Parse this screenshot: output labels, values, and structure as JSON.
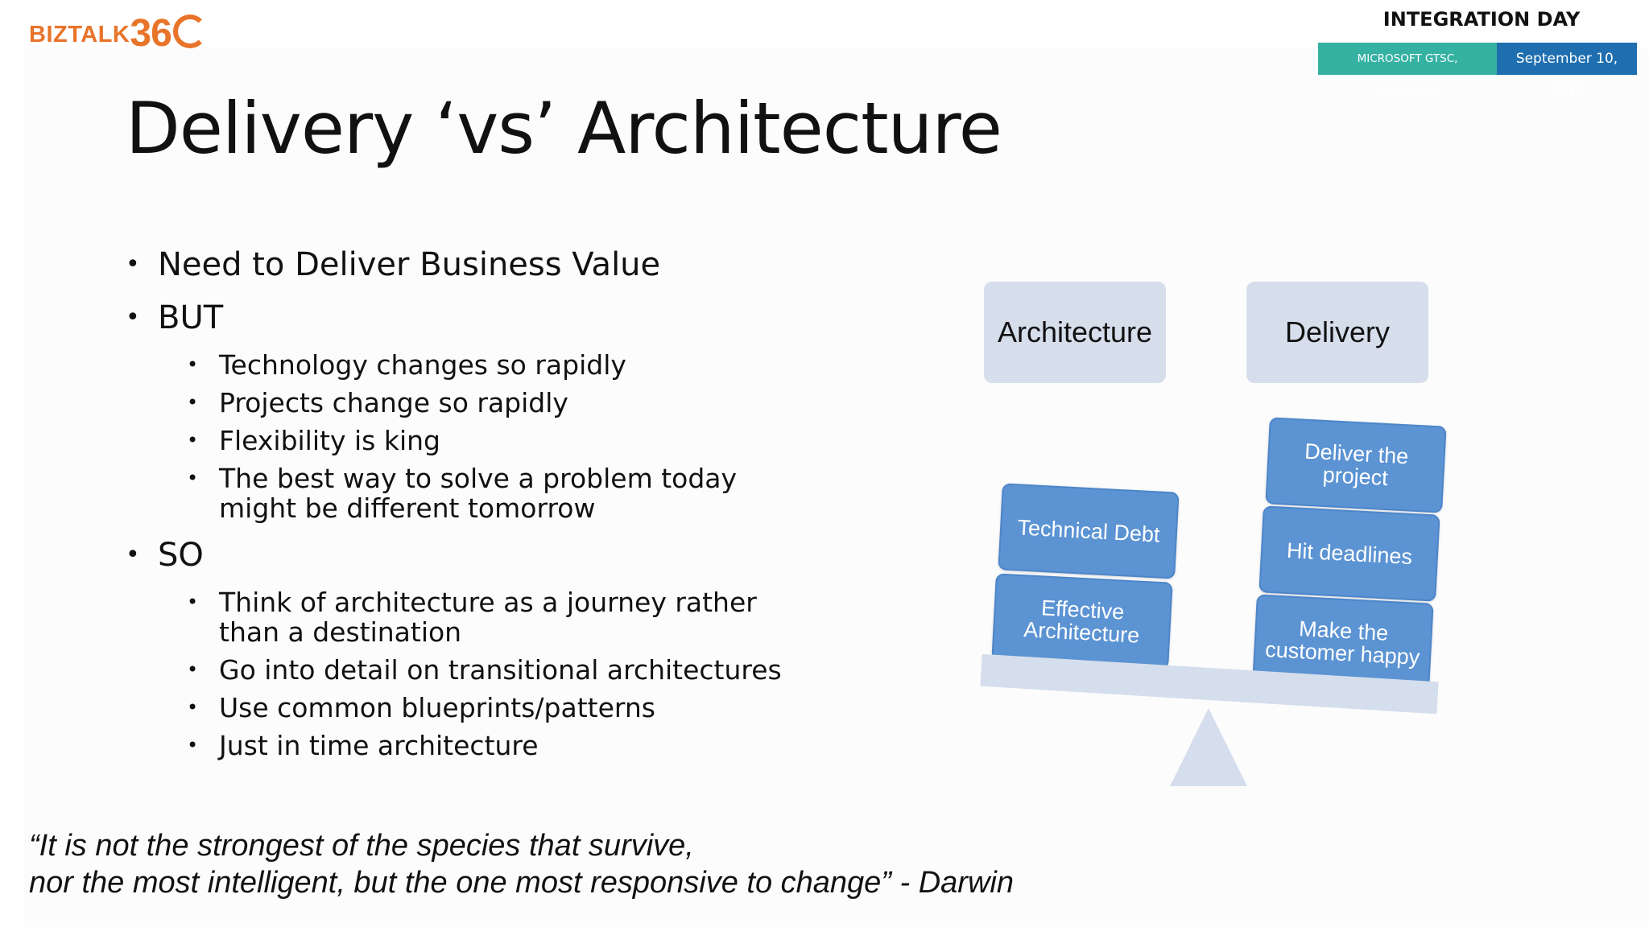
{
  "logo": {
    "biz": "BIZTALK",
    "num": "36"
  },
  "event": {
    "name": "INTEGRATION DAY",
    "venue": "MICROSOFT GTSC, Bengaluru",
    "date": "September 10, 2016",
    "colors": {
      "venue": "#35b1a2",
      "date": "#1f6fb0",
      "logo": "#e8742a"
    }
  },
  "slide": {
    "title": "Delivery ‘vs’ Architecture",
    "bullets": [
      {
        "text": "Need to Deliver Business Value",
        "sub": []
      },
      {
        "text": "BUT",
        "sub": [
          "Technology changes so rapidly",
          "Projects change so rapidly",
          "Flexibility is king",
          "The best way to solve a problem today might be different tomorrow"
        ]
      },
      {
        "text": "SO",
        "sub": [
          "Think of architecture as a journey rather than a destination",
          "Go into detail on transitional architectures",
          "Use common blueprints/patterns",
          "Just in time architecture"
        ]
      }
    ],
    "bullet_symbol": "•"
  },
  "diagram": {
    "left_label": "Architecture",
    "right_label": "Delivery",
    "left_blocks": [
      "Technical Debt",
      "Effective Architecture"
    ],
    "right_blocks": [
      "Deliver the project",
      "Hit deadlines",
      "Make the customer happy"
    ],
    "colors": {
      "block": "#5b93d3",
      "label": "#d6deec",
      "beam": "#d5deec"
    }
  },
  "quote": {
    "line1": "“It is not the strongest of the species that survive,",
    "line2": "nor the most intelligent, but the one most responsive to change” - Darwin"
  }
}
